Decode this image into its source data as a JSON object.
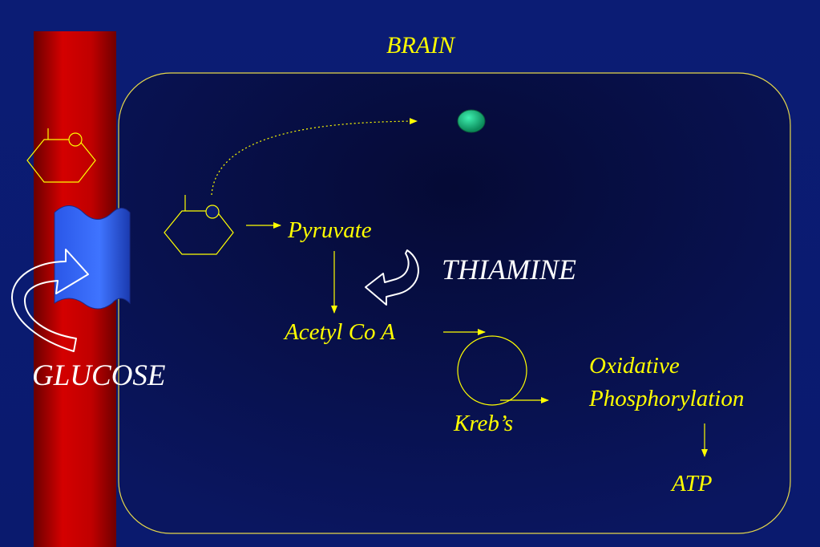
{
  "labels": {
    "brain": "BRAIN",
    "pyruvate": "Pyruvate",
    "thiamine": "THIAMINE",
    "acetyl_coa": "Acetyl Co A",
    "krebs": "Kreb’s",
    "oxidative": "Oxidative",
    "phosphorylation": "Phosphorylation",
    "atp": "ATP",
    "glucose": "GLUCOSE"
  },
  "colors": {
    "background": "#0a1a6e",
    "cell_fill": "#070f45",
    "cell_border": "#e6d84a",
    "text_yellow": "#ffff00",
    "text_white": "#ffffff",
    "blood_vessel": "#d40000",
    "transporter": "#3a6cff",
    "particle": "#1fbf86"
  },
  "icons": {
    "glucose_molecule": "hexagon-ring-icon",
    "transporter": "wavy-channel-icon",
    "thiamine_cofactor": "curved-arrow-icon",
    "glucose_entry": "curved-arrow-icon",
    "krebs_cycle": "cycle-circle-icon",
    "product": "green-sphere-icon"
  }
}
